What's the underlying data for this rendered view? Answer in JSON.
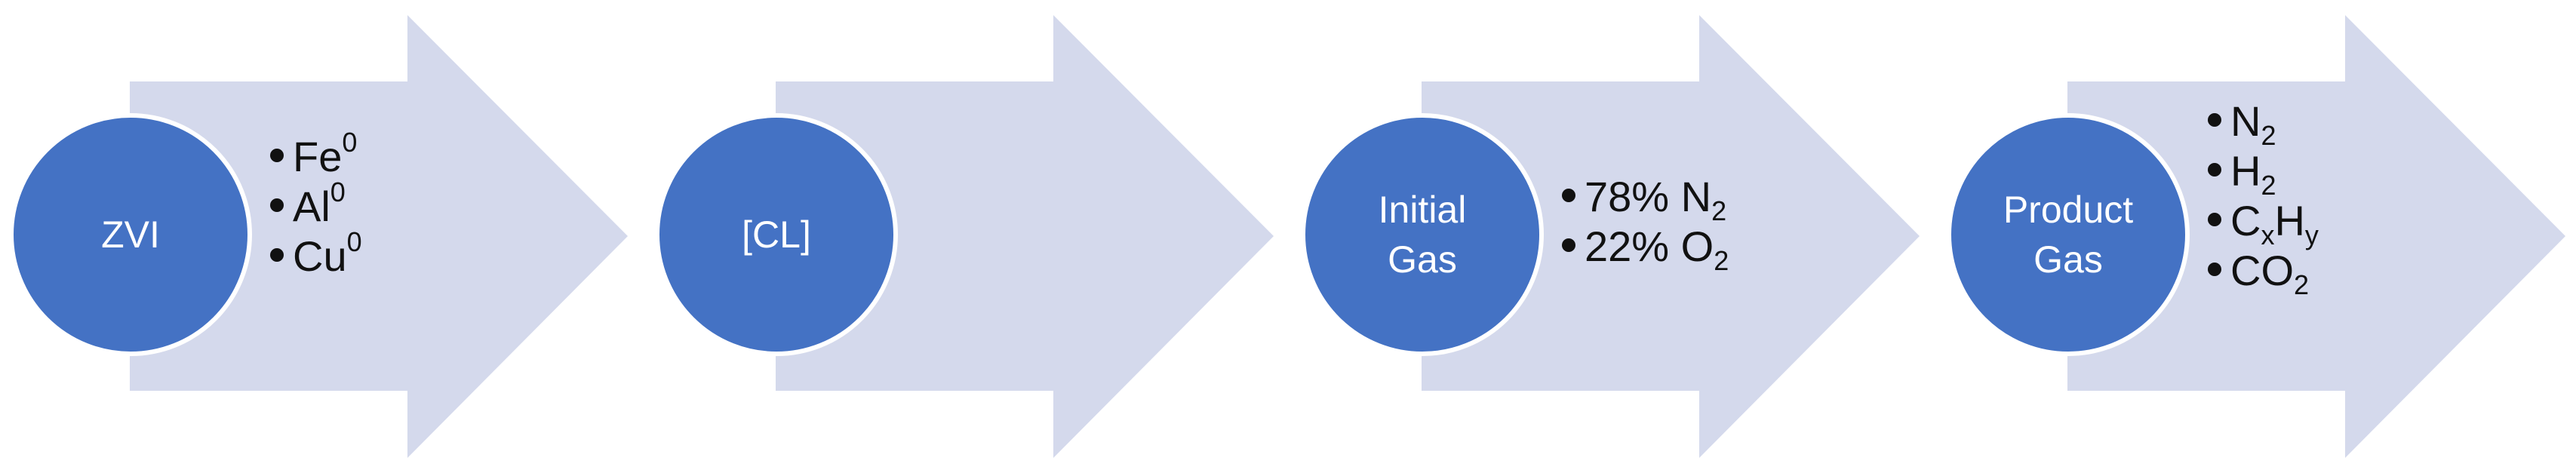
{
  "colors": {
    "arrow_fill": "#D4D9EC",
    "circle_fill": "#4472C4",
    "circle_text": "#FFFFFF",
    "bullet_text": "#111111"
  },
  "steps": [
    {
      "label": "ZVI",
      "items": [
        {
          "base": "Fe",
          "sup": "0"
        },
        {
          "base": "Al",
          "sup": "0"
        },
        {
          "base": "Cu",
          "sup": "0"
        }
      ]
    },
    {
      "label": "[CL]",
      "items": []
    },
    {
      "label": "Initial\nGas",
      "items": [
        {
          "base": "78% N",
          "sub": "2"
        },
        {
          "base": "22% O",
          "sub": "2"
        }
      ]
    },
    {
      "label": "Product\nGas",
      "items": [
        {
          "base": "N",
          "sub": "2"
        },
        {
          "base": "H",
          "sub": "2"
        },
        {
          "base": "C",
          "sub": "x",
          "base2": "H",
          "sub2": "y"
        },
        {
          "base": "CO",
          "sub": "2"
        }
      ]
    }
  ]
}
